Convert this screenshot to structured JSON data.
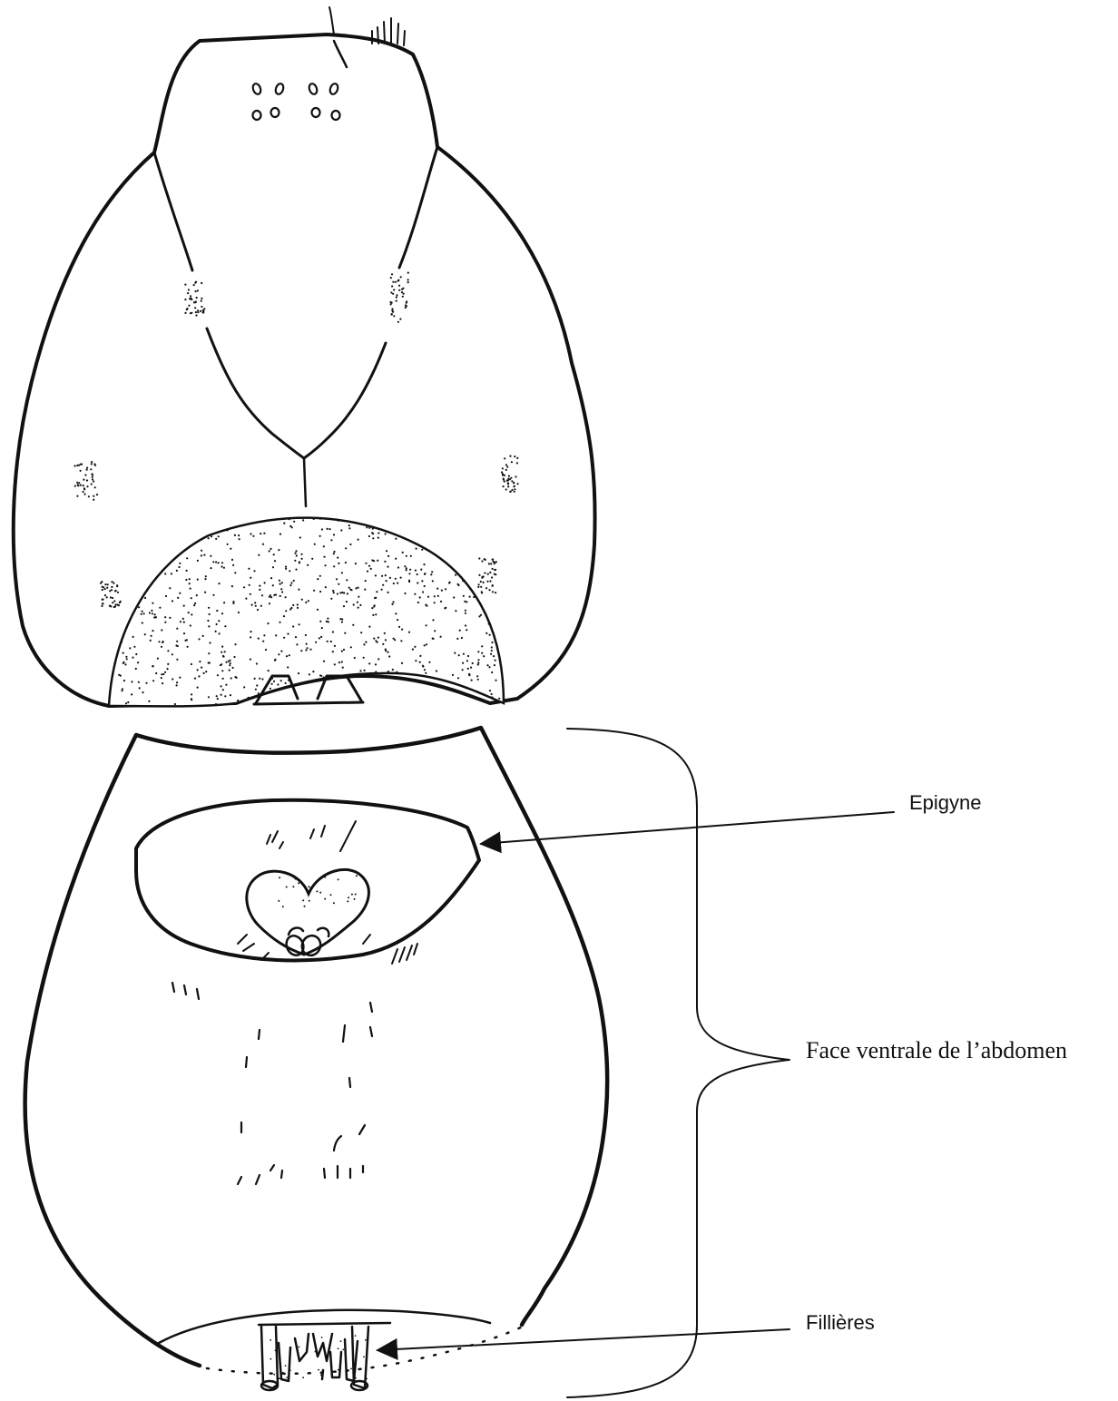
{
  "diagram": {
    "labels": {
      "epigyne": "Epigyne",
      "ventral_face": "Face ventrale de l’abdomen",
      "spinnerets": "Fillières"
    },
    "colors": {
      "ink": "#111111",
      "background": "#ffffff"
    }
  }
}
